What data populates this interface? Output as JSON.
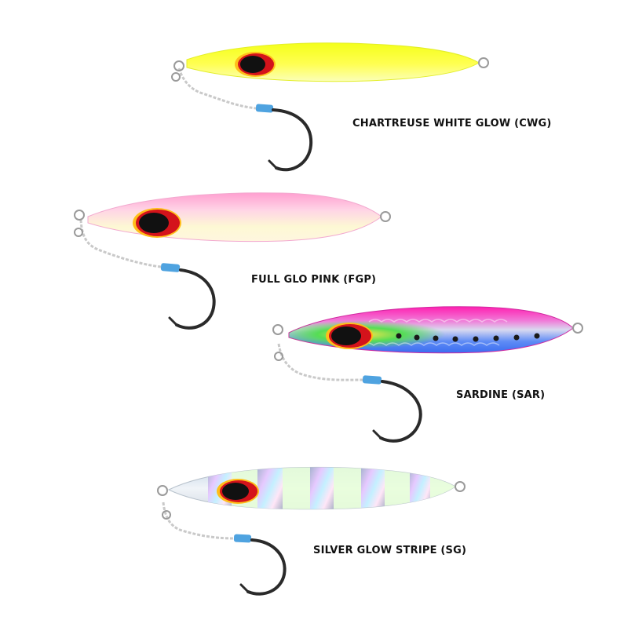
{
  "lures": [
    {
      "label": "CHARTREUSE WHITE GLOW (CWG)"
    },
    {
      "label": "FULL GLO PINK (FGP)"
    },
    {
      "label": "SARDINE (SAR)"
    },
    {
      "label": "SILVER GLOW STRIPE (SG)"
    }
  ]
}
